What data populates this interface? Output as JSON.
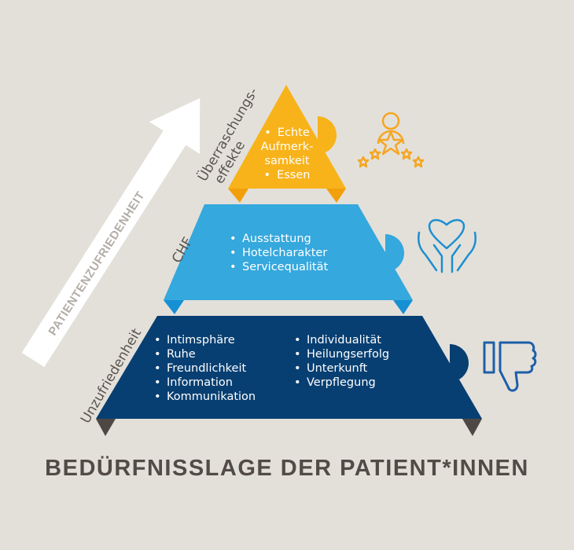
{
  "title": "BEDÜRFNISSLAGE DER PATIENT*INNEN",
  "arrow_label": "PATIENTENZUFRIEDENHEIT",
  "levels": [
    {
      "label": "Überraschungs-",
      "label_line2": "effekte",
      "color": "#f8b31b",
      "items": [
        "Echte",
        "Aufmerk-",
        "samkeit",
        "Essen"
      ],
      "icon": "person-stars-icon"
    },
    {
      "label": "CHF",
      "color": "#35a8dd",
      "items": [
        "Ausstattung",
        "Hotelcharakter",
        "Servicequalität"
      ],
      "icon": "hands-heart-icon"
    },
    {
      "label": "Unzufriedenheit",
      "color": "#083f72",
      "items_left": [
        "Intimsphäre",
        "Ruhe",
        "Freundlichkeit",
        "Information",
        "Kommunikation"
      ],
      "items_right": [
        "Individualität",
        "Heilungserfolg",
        "Unterkunft",
        "Verpflegung"
      ],
      "icon": "thumbs-down-icon"
    }
  ]
}
